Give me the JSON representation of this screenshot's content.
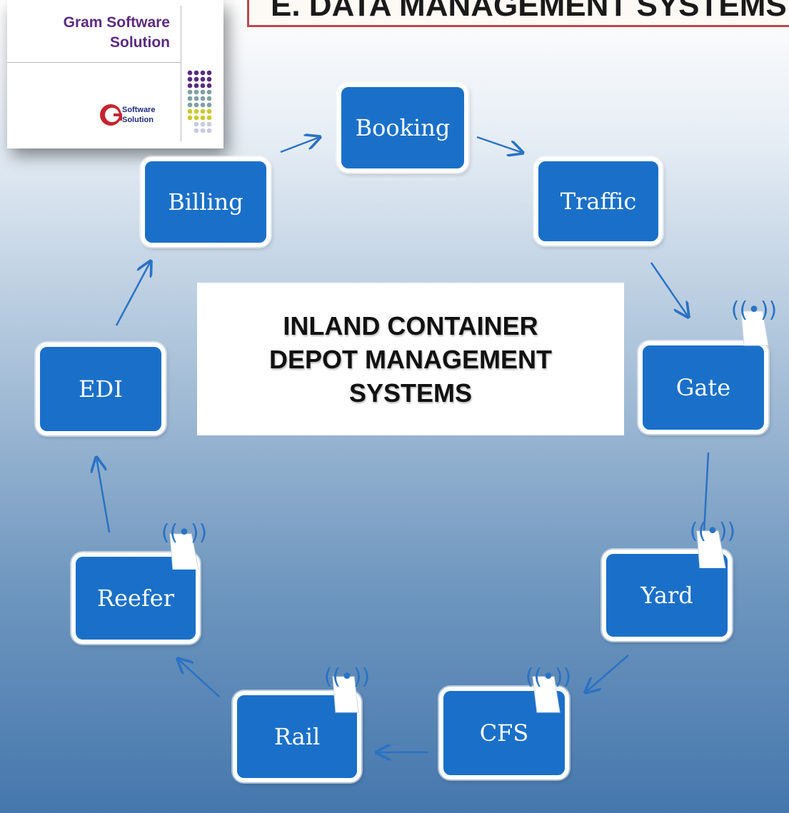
{
  "header": {
    "title": "E. DATA MANAGEMENT SYSTEMS"
  },
  "logo": {
    "line1": "Gram Software",
    "line2": "Solution",
    "mark_line1": "Software",
    "mark_line2": "Solution"
  },
  "diagram": {
    "center_title_lines": [
      "INLAND CONTAINER",
      "DEPOT MANAGEMENT",
      "SYSTEMS"
    ],
    "nodes": {
      "booking": "Booking",
      "traffic": "Traffic",
      "gate": "Gate",
      "yard": "Yard",
      "cfs": "CFS",
      "rail": "Rail",
      "reefer": "Reefer",
      "edi": "EDI",
      "billing": "Billing"
    },
    "wireless_nodes": [
      "gate",
      "yard",
      "cfs",
      "rail",
      "reefer"
    ],
    "wireless_symbol": "((•))",
    "flow": [
      "booking",
      "traffic",
      "gate",
      "yard",
      "cfs",
      "rail",
      "reefer",
      "edi",
      "billing",
      "booking"
    ]
  },
  "colors": {
    "node_fill": "#1a70c8",
    "arrow": "#2a72c4",
    "title_border": "#b84a4f",
    "logo_text": "#5b2b7e"
  }
}
